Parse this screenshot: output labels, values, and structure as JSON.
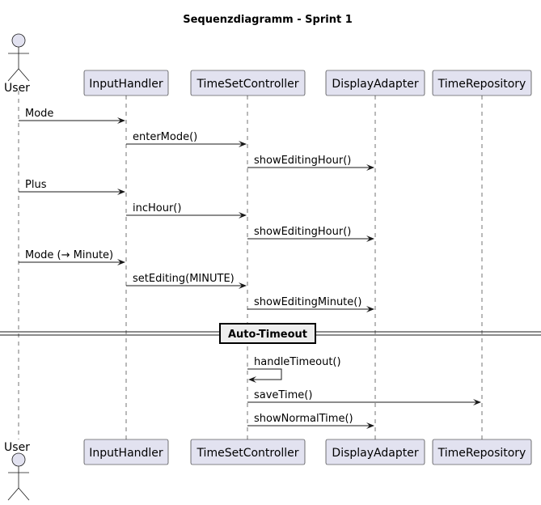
{
  "title": "Sequenzdiagramm - Sprint 1",
  "participants": [
    {
      "id": "user",
      "label": "User",
      "kind": "actor"
    },
    {
      "id": "input",
      "label": "InputHandler",
      "kind": "participant"
    },
    {
      "id": "tsc",
      "label": "TimeSetController",
      "kind": "participant"
    },
    {
      "id": "disp",
      "label": "DisplayAdapter",
      "kind": "participant"
    },
    {
      "id": "repo",
      "label": "TimeRepository",
      "kind": "participant"
    }
  ],
  "messages": [
    {
      "from": "user",
      "to": "input",
      "label": "Mode"
    },
    {
      "from": "input",
      "to": "tsc",
      "label": "enterMode()"
    },
    {
      "from": "tsc",
      "to": "disp",
      "label": "showEditingHour()"
    },
    {
      "from": "user",
      "to": "input",
      "label": "Plus"
    },
    {
      "from": "input",
      "to": "tsc",
      "label": "incHour()"
    },
    {
      "from": "tsc",
      "to": "disp",
      "label": "showEditingHour()"
    },
    {
      "from": "user",
      "to": "input",
      "label": "Mode (→ Minute)"
    },
    {
      "from": "input",
      "to": "tsc",
      "label": "setEditing(MINUTE)"
    },
    {
      "from": "tsc",
      "to": "disp",
      "label": "showEditingMinute()"
    },
    {
      "divider": "Auto-Timeout"
    },
    {
      "from": "tsc",
      "to": "tsc",
      "label": "handleTimeout()"
    },
    {
      "from": "tsc",
      "to": "repo",
      "label": "saveTime()"
    },
    {
      "from": "tsc",
      "to": "disp",
      "label": "showNormalTime()"
    }
  ]
}
